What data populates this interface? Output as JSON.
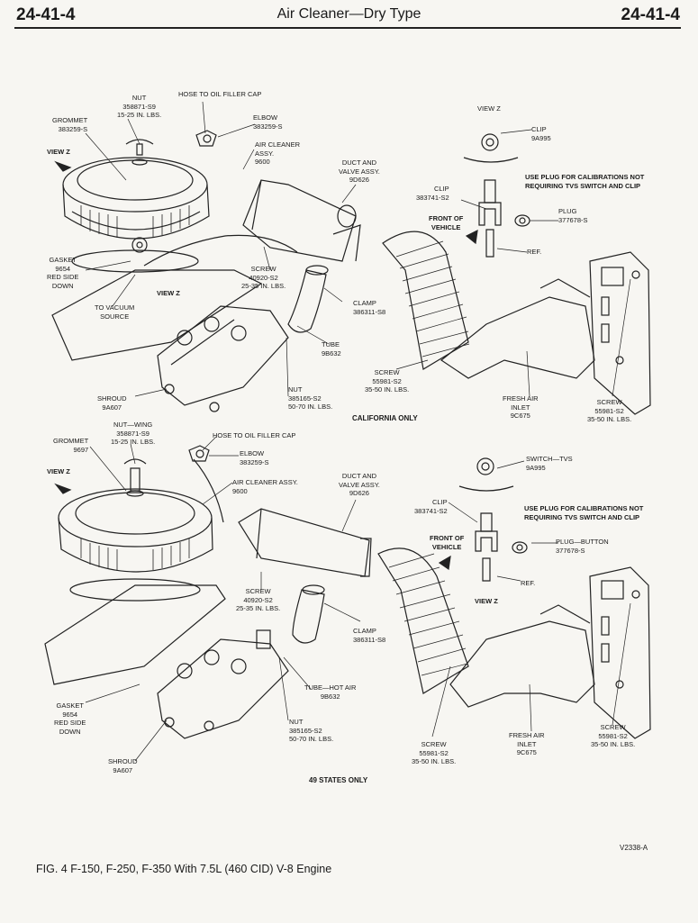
{
  "header": {
    "page_left": "24-41-4",
    "title": "Air Cleaner—Dry Type",
    "page_right": "24-41-4"
  },
  "upper": {
    "nut": "NUT\n358871-S9\n15-25 IN. LBS.",
    "hose": "HOSE TO OIL FILLER CAP",
    "grommet": "GROMMET\n383259-S",
    "elbow": "ELBOW\n383259-S",
    "air_cleaner": "AIR CLEANER\nASSY.\n9600",
    "view_z_left": "VIEW Z",
    "duct": "DUCT AND\nVALVE ASSY.\n9D626",
    "view_z_right": "VIEW Z",
    "clip_right": "CLIP\n9A995",
    "use_plug": "USE PLUG FOR CALIBRATIONS NOT\nREQUIRING TVS SWITCH AND CLIP",
    "clip": "CLIP\n383741-S2",
    "plug": "PLUG\n377678-S",
    "front": "FRONT OF\nVEHICLE",
    "ref": "REF.",
    "gasket": "GASKET\n9654\nRED SIDE\nDOWN",
    "screw_small": "SCREW\n40920-S2\n25-35 IN. LBS.",
    "view_z_under": "VIEW Z",
    "vacuum": "TO VACUUM\nSOURCE",
    "clamp": "CLAMP\n386311-S8",
    "tube": "TUBE\n9B632",
    "screw_mid": "SCREW\n55981-S2\n35-50 IN. LBS.",
    "nut_lower": "NUT\n385165-S2\n50-70 IN. LBS.",
    "shroud": "SHROUD\n9A607",
    "fresh_air": "FRESH AIR\nINLET\n9C675",
    "screw_right": "SCREW\n55981-S2\n35-50 IN. LBS.",
    "footer": "CALIFORNIA ONLY"
  },
  "lower": {
    "nut_wing": "NUT—WING\n358871-S9\n15-25 IN. LBS.",
    "hose": "HOSE TO OIL FILLER CAP",
    "grommet": "GROMMET\n9697",
    "elbow": "ELBOW\n383259-S",
    "view_z_left": "VIEW Z",
    "air_cleaner": "AIR CLEANER ASSY.\n9600",
    "duct": "DUCT AND\nVALVE ASSY.\n9D626",
    "switch": "SWITCH—TVS\n9A995",
    "clip": "CLIP\n383741-S2",
    "use_plug": "USE PLUG FOR CALIBRATIONS NOT\nREQUIRING TVS SWITCH AND CLIP",
    "front": "FRONT OF\nVEHICLE",
    "plug_button": "PLUG—BUTTON\n377678-S",
    "ref": "REF.",
    "screw_small": "SCREW\n40920-S2\n25-35 IN. LBS.",
    "view_z_right": "VIEW Z",
    "clamp": "CLAMP\n386311-S8",
    "tube_hot": "TUBE—HOT AIR\n9B632",
    "gasket": "GASKET\n9654\nRED SIDE\nDOWN",
    "nut_lower": "NUT\n385165-S2\n50-70 IN. LBS.",
    "fresh_air": "FRESH AIR\nINLET\n9C675",
    "screw_right": "SCREW\n55981-S2\n35-50 IN. LBS.",
    "screw_mid": "SCREW\n55981-S2\n35-50 IN. LBS.",
    "shroud": "SHROUD\n9A607",
    "footer": "49 STATES ONLY"
  },
  "figure": {
    "code": "V2338-A",
    "caption": "FIG. 4 F-150, F-250, F-350 With 7.5L (460 CID) V-8 Engine"
  }
}
